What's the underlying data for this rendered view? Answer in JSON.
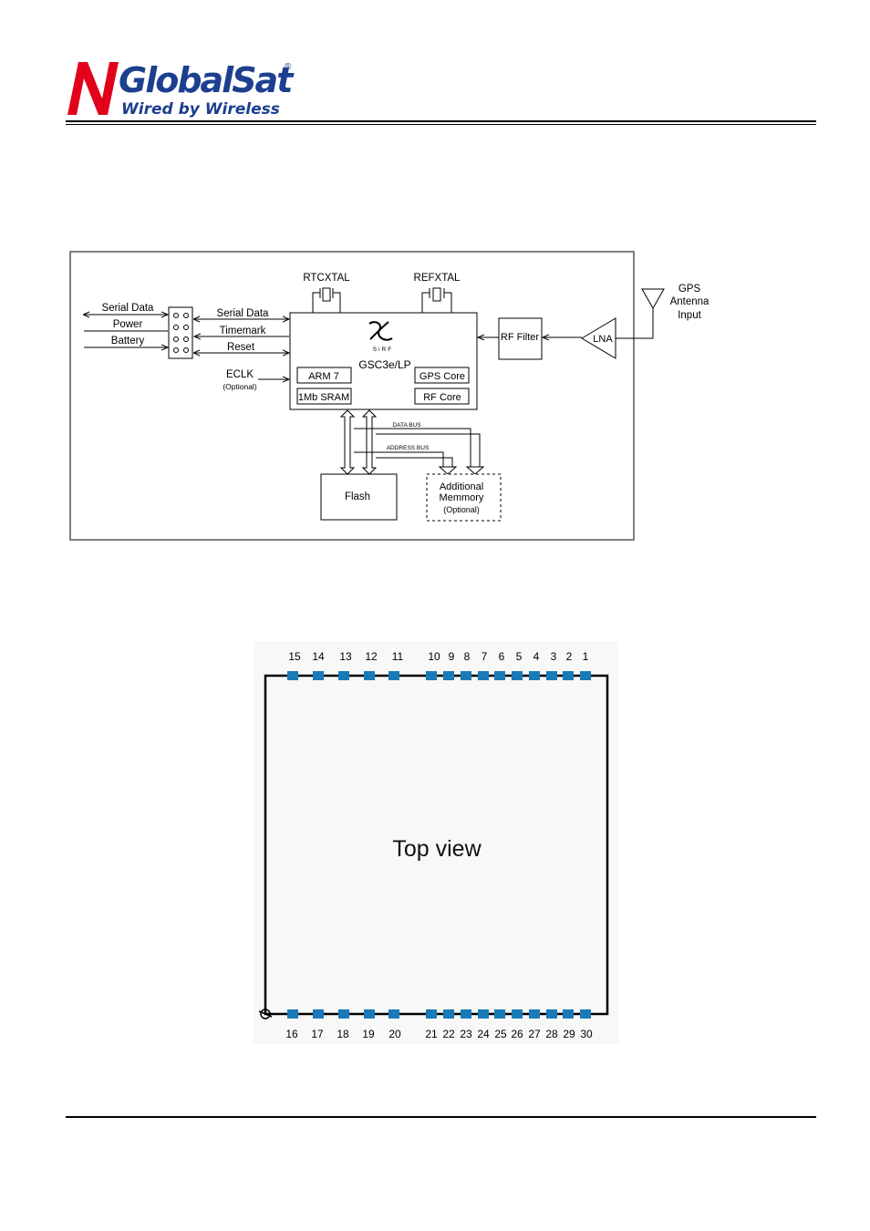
{
  "header": {
    "brand_name": "GlobalSat",
    "registered_mark": "®",
    "tagline": "Wired by Wireless"
  },
  "block_diagram": {
    "left_signals": [
      "Serial Data",
      "Power",
      "Battery"
    ],
    "chip_signals": [
      "Serial Data",
      "Timemark",
      "Reset"
    ],
    "eclk_label": "ECLK",
    "eclk_note": "(Optional)",
    "rtc_crystal": "RTCXTAL",
    "ref_crystal": "REFXTAL",
    "chip": {
      "logo_text": "SiRF",
      "name": "GSC3e/LP",
      "blocks": [
        "ARM 7",
        "1Mb SRAM",
        "GPS Core",
        "RF Core"
      ]
    },
    "rf_filter": "RF Filter",
    "lna": "LNA",
    "antenna_label": [
      "GPS",
      "Antenna",
      "Input"
    ],
    "data_bus": "DATA BUS",
    "address_bus": "ADDRESS BUS",
    "flash": "Flash",
    "additional_memory": [
      "Additional",
      "Memmory",
      "(Optional)"
    ]
  },
  "pinout": {
    "view_label": "Top view",
    "top_pins": [
      "15",
      "14",
      "13",
      "12",
      "11",
      "10",
      "9",
      "8",
      "7",
      "6",
      "5",
      "4",
      "3",
      "2",
      "1"
    ],
    "bottom_pins": [
      "16",
      "17",
      "18",
      "19",
      "20",
      "21",
      "22",
      "23",
      "24",
      "25",
      "26",
      "27",
      "28",
      "29",
      "30"
    ]
  },
  "colors": {
    "brand_red": "#e3001b",
    "brand_blue": "#1d3f8f",
    "pin_blue": "#1a7ab8"
  }
}
